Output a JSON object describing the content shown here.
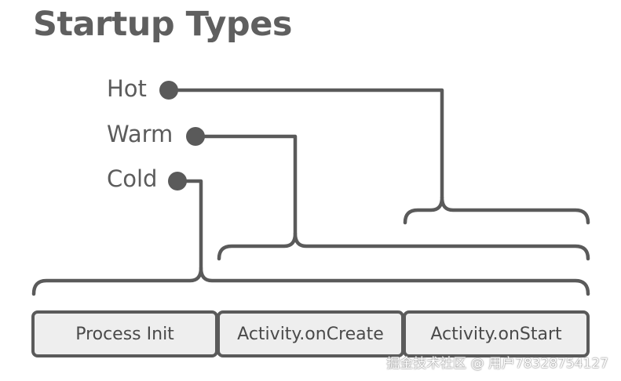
{
  "title": "Startup Types",
  "levels": {
    "hot": "Hot",
    "warm": "Warm",
    "cold": "Cold"
  },
  "phases": {
    "process_init": "Process Init",
    "activity_oncreate": "Activity.onCreate",
    "activity_onstart": "Activity.onStart"
  },
  "watermark": "掘金技术社区 @ 用户78328754127",
  "colors": {
    "line": "#5a5a5a",
    "box_fill": "#eeeeee",
    "text": "#5c5c5c"
  }
}
